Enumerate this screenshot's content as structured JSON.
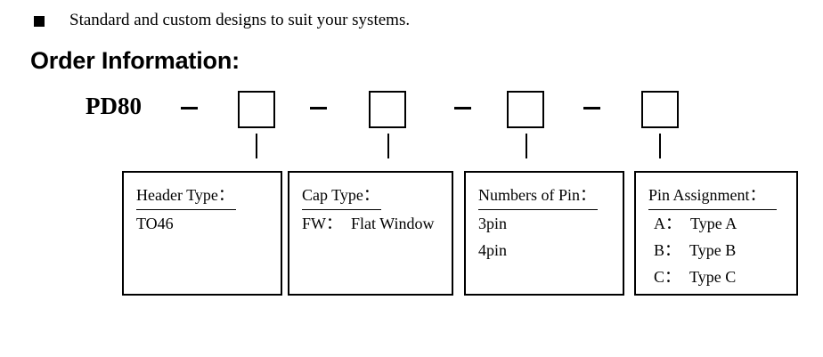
{
  "bullet": {
    "marker": "filled-square-bullet",
    "text": "Standard and custom designs to suit your systems."
  },
  "heading": "Order Information:",
  "part_code": {
    "prefix": "PD80",
    "separator": "–",
    "slots": [
      "",
      "",
      "",
      ""
    ],
    "slot_count": 4
  },
  "legend": [
    {
      "title": "Header Type",
      "colon": "：",
      "lines": [
        {
          "key": "",
          "key_colon": "",
          "value": "TO46"
        }
      ]
    },
    {
      "title": "Cap Type",
      "colon": "：",
      "lines": [
        {
          "key": "FW",
          "key_colon": "：",
          "value": "Flat Window"
        }
      ]
    },
    {
      "title": "Numbers of Pin",
      "colon": "：",
      "lines": [
        {
          "key": "",
          "key_colon": "",
          "value": "3pin"
        },
        {
          "key": "",
          "key_colon": "",
          "value": "4pin"
        }
      ]
    },
    {
      "title": "Pin Assignment",
      "colon": "：",
      "lines": [
        {
          "key": "A",
          "key_colon": "：",
          "value": "Type A"
        },
        {
          "key": "B",
          "key_colon": "：",
          "value": "Type B"
        },
        {
          "key": "C",
          "key_colon": "：",
          "value": "Type C"
        }
      ]
    }
  ],
  "colors": {
    "ink": "#000000",
    "paper": "#ffffff"
  }
}
